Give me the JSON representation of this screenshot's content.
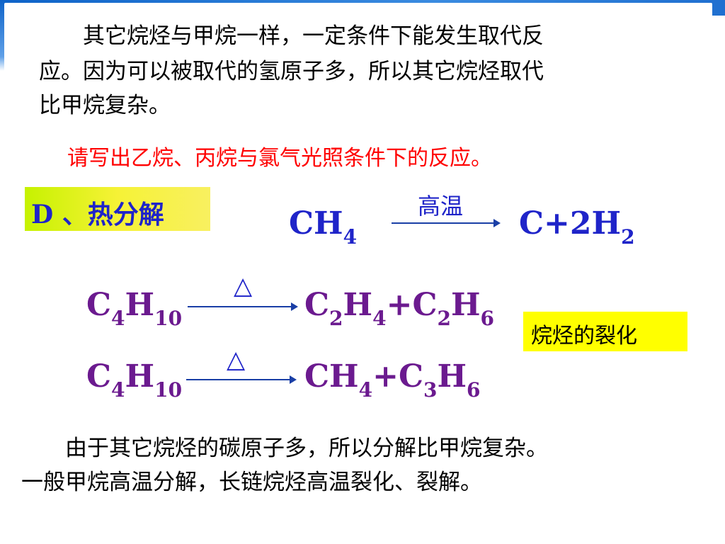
{
  "paragraph1": {
    "line1": "　　其它烷烃与甲烷一样，一定条件下能发生取代反",
    "line2": "应。因为可以被取代的氢原子多，所以其它烷烃取代",
    "line3": "比甲烷复杂。"
  },
  "question": "请写出乙烷、丙烷与氯气光照条件下的反应。",
  "section_label": "D 、热分解",
  "reaction1": {
    "reactant": "CH",
    "reactant_sub": "4",
    "condition": "高温",
    "product_c": "C+2H",
    "product_sub": "2"
  },
  "reaction2": {
    "reactant_c": "C",
    "reactant_sub1": "4",
    "reactant_h": "H",
    "reactant_sub2": "10",
    "condition": "△",
    "p1": "C",
    "p1s": "2",
    "p2": "H",
    "p2s": "4",
    "p3": "+C",
    "p3s": "2",
    "p4": "H",
    "p4s": "6"
  },
  "reaction3": {
    "reactant_c": "C",
    "reactant_sub1": "4",
    "reactant_h": "H",
    "reactant_sub2": "10",
    "condition": "△",
    "p1": "CH",
    "p1s": "4",
    "p2": "+C",
    "p2s": "3",
    "p3": "H",
    "p3s": "6"
  },
  "cracking_label": "烷烃的裂化",
  "paragraph2": {
    "line1": "　　由于其它烷烃的碳原子多，所以分解比甲烷复杂。",
    "line2": "一般甲烷高温分解，长链烷烃高温裂化、裂解。"
  },
  "colors": {
    "blue": "#1f24c9",
    "purple": "#6b1a8f",
    "red": "#ff0000",
    "yellow": "#ffff00"
  }
}
